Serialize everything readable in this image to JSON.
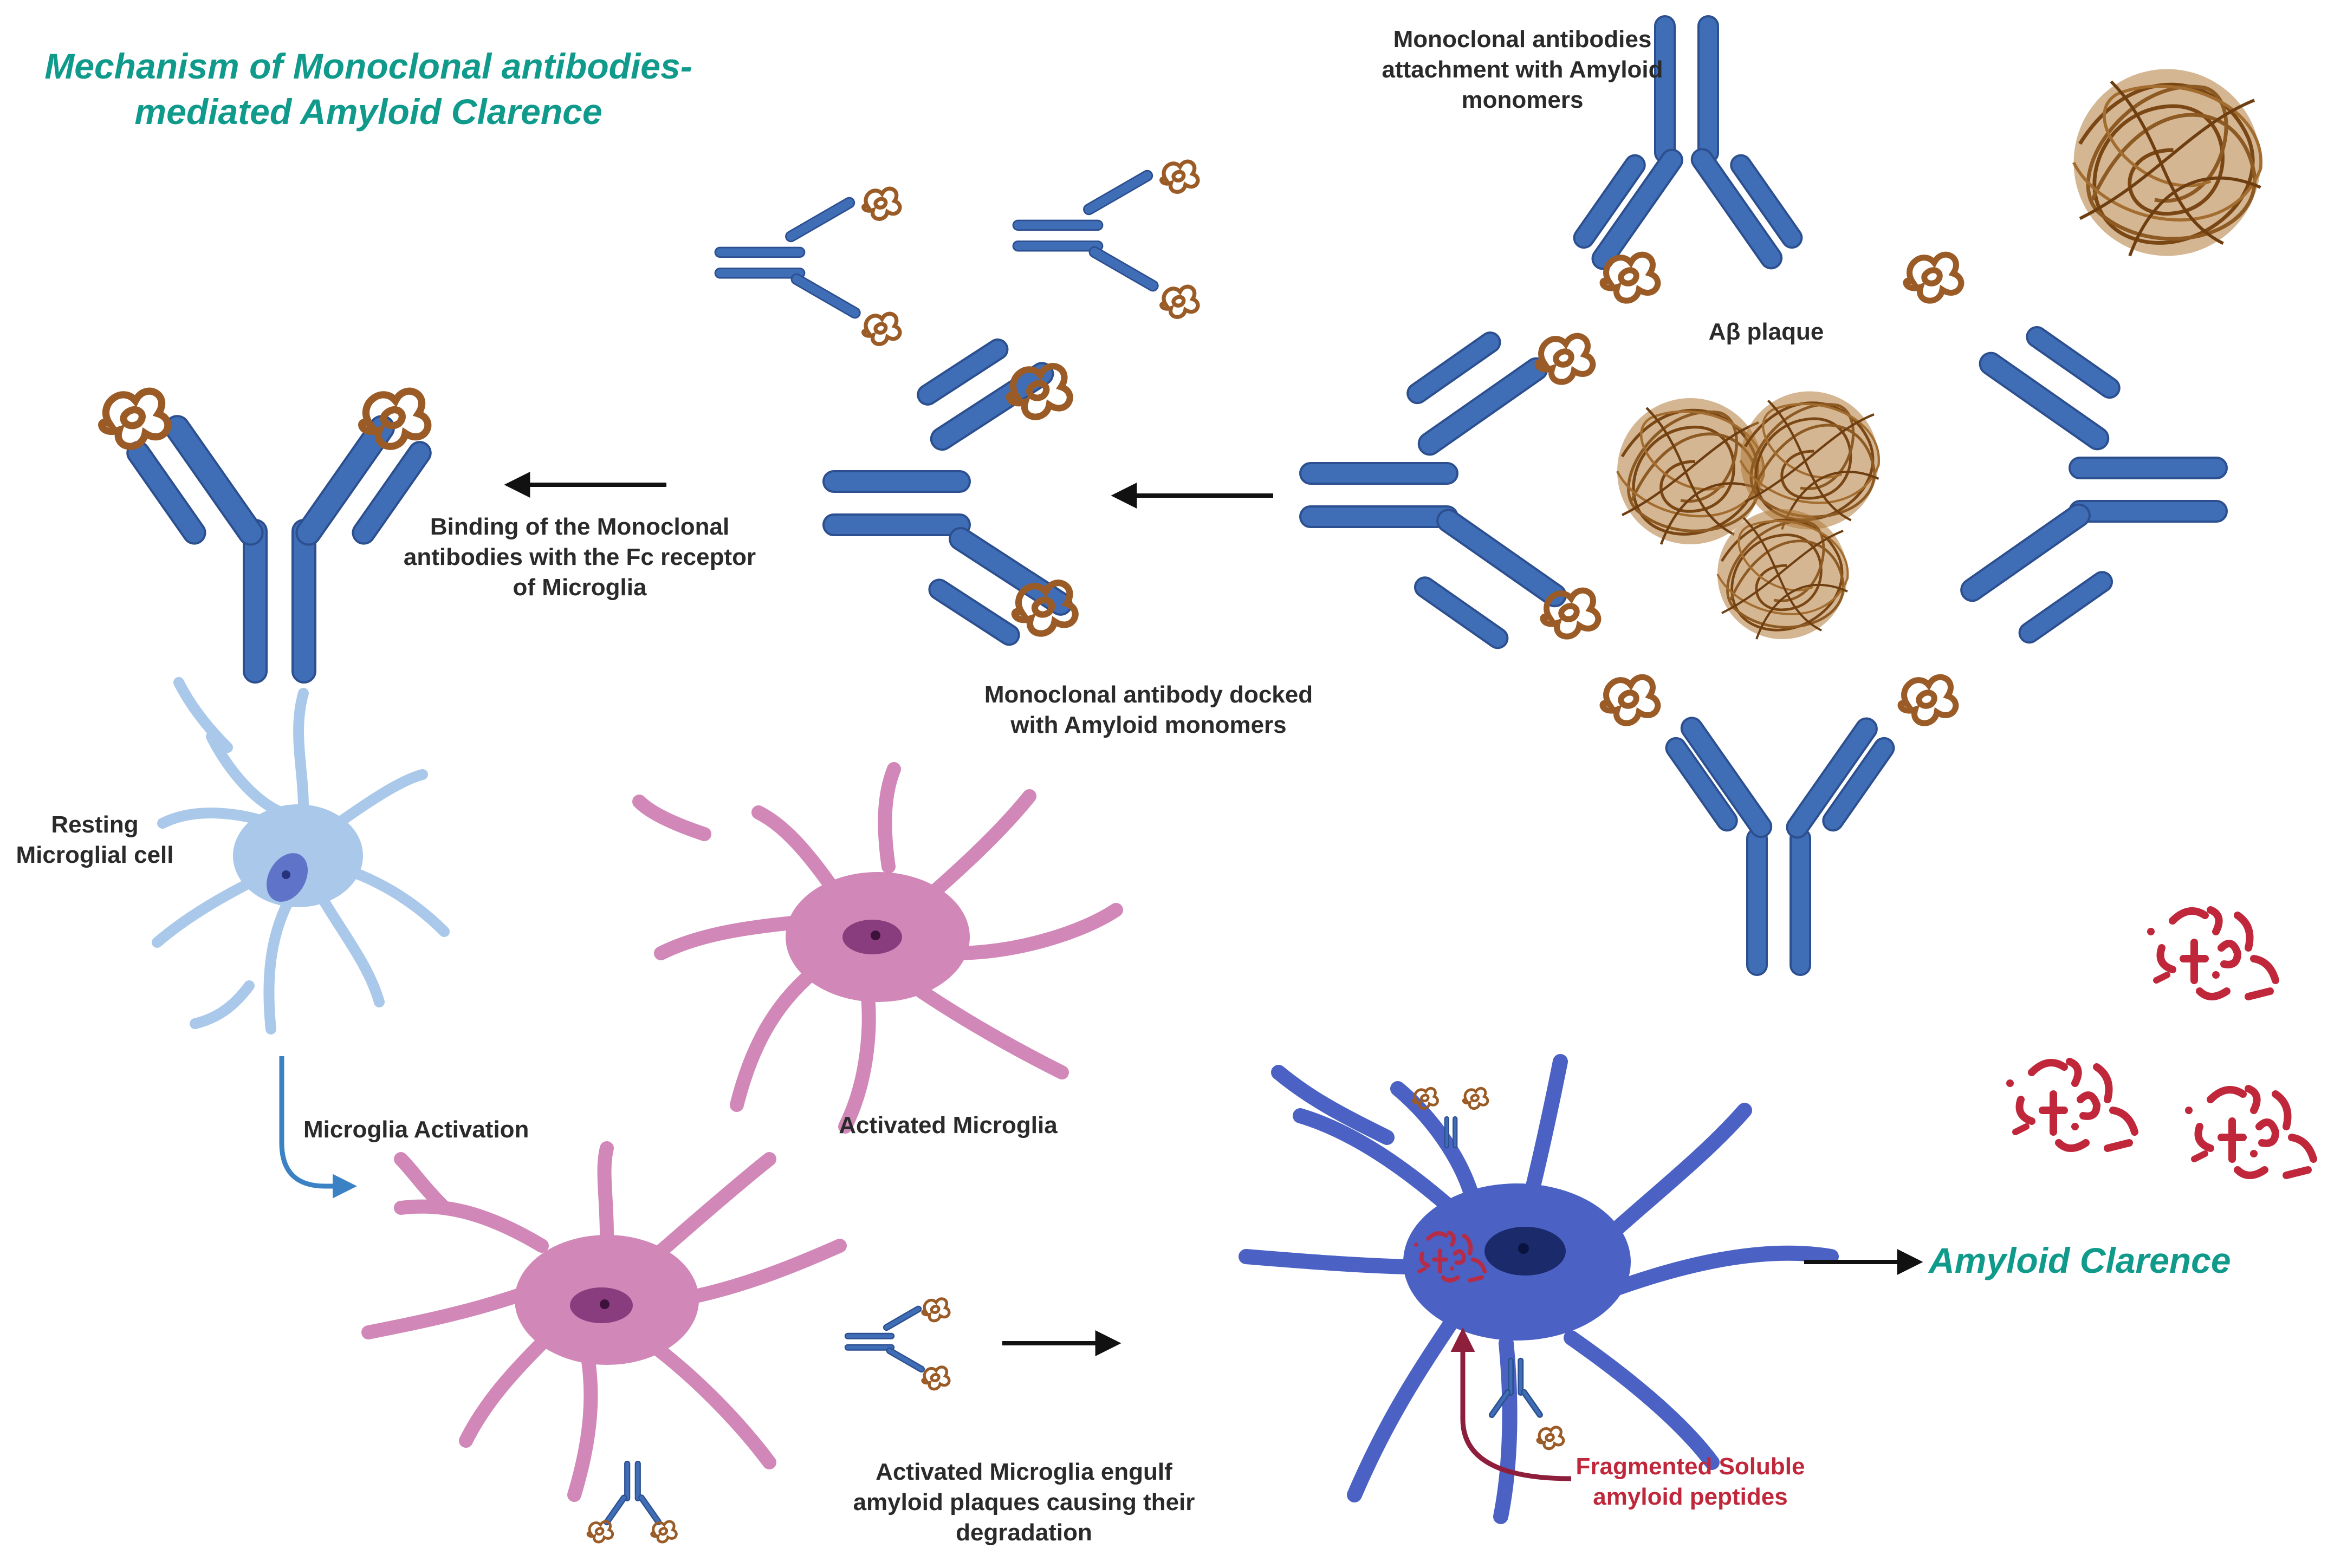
{
  "title": "Mechanism of Monoclonal antibodies-\nmediated Amyloid Clarence",
  "labels": {
    "attachment": "Monoclonal antibodies\nattachment with Amyloid\nmonomers",
    "plaque": "Aβ plaque",
    "binding": "Binding of the Monoclonal\nantibodies  with the Fc receptor\nof Microglia",
    "docked": "Monoclonal antibody docked\nwith Amyloid monomers",
    "resting": "Resting\nMicroglial cell",
    "activation": "Microglia Activation",
    "activated": "Activated Microglia",
    "engulf": "Activated Microglia engulf\namyloid plaques causing their\ndegradation",
    "fragments": "Fragmented Soluble\namyloid peptides",
    "clearance": "Amyloid Clarence"
  },
  "colors": {
    "antibody": "#3f6db6",
    "antibody_stroke": "#2c4f8f",
    "amyloid": "#9a5b26",
    "resting_microglia": "#a9c8ea",
    "activated_microglia": "#d187b7",
    "engulfing_microglia": "#4b61c4",
    "fragments": "#c0273a",
    "title": "#0f9a8c"
  }
}
